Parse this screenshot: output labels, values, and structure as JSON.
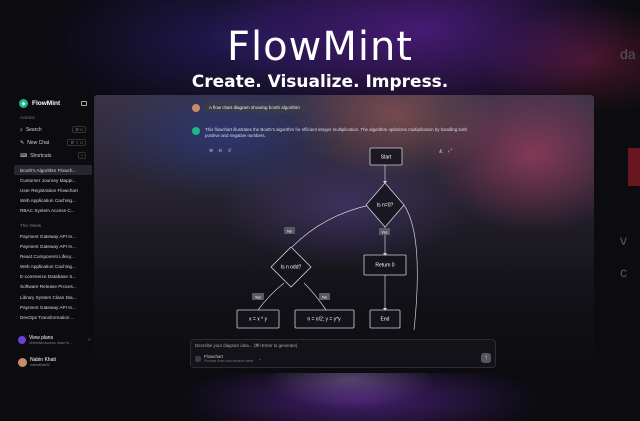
{
  "hero": {
    "title": "FlowMint",
    "subtitle": "Create. Visualize. Impress."
  },
  "sidebar": {
    "brand": "FlowMint",
    "actions_label": "Actions",
    "nav": [
      {
        "label": "Search",
        "shortcut": "⌘ K"
      },
      {
        "label": "New Chat",
        "shortcut": "⌘ ⇧ O"
      },
      {
        "label": "Shortcuts",
        "shortcut": "?"
      }
    ],
    "history_top": [
      "Booth's Algorithm Flowch...",
      "Customer Journey Mappi...",
      "User Registration Flowchart",
      "Web Application Caching...",
      "RBAC System Access C..."
    ],
    "this_week_label": "This Week",
    "history_week": [
      "Payment Gateway API In...",
      "Payment Gateway API In...",
      "React Component Lifecy...",
      "Web Application Caching...",
      "E-commerce Database S...",
      "Software Release Proces...",
      "Library System Class Dia...",
      "Payment Gateway API In...",
      "DevOps Transformation ..."
    ],
    "plans": {
      "title": "View plans",
      "sub": "Unlimited access, team fe..."
    },
    "user": {
      "name": "Nabin Khati",
      "handle": "nabinkhati02"
    }
  },
  "chat": {
    "user_message": "A flow chart diagram showing booth algorithm",
    "bot_message": "This flowchart illustrates the Booth's algorithm for efficient integer multiplication. The algorithm optimizes multiplication by handling both positive and negative numbers."
  },
  "flowchart": {
    "start": "Start",
    "decision1": "Is n=0?",
    "decision2": "Is n odd?",
    "return": "Return 0",
    "end": "End",
    "op_odd": "x = x * y",
    "op_even": "n = n/2; y = y*y",
    "label_no1": "No",
    "label_yes1": "Yes",
    "label_yes2": "Yes",
    "label_no2": "No"
  },
  "input": {
    "placeholder": "Describe your diagram idea... (⌘+Enter to generate)",
    "model_name": "Flowchart",
    "model_sub": "Process flows and decision trees"
  },
  "edge_text": {
    "top": "da",
    "mid1": "v",
    "mid2": "c"
  }
}
